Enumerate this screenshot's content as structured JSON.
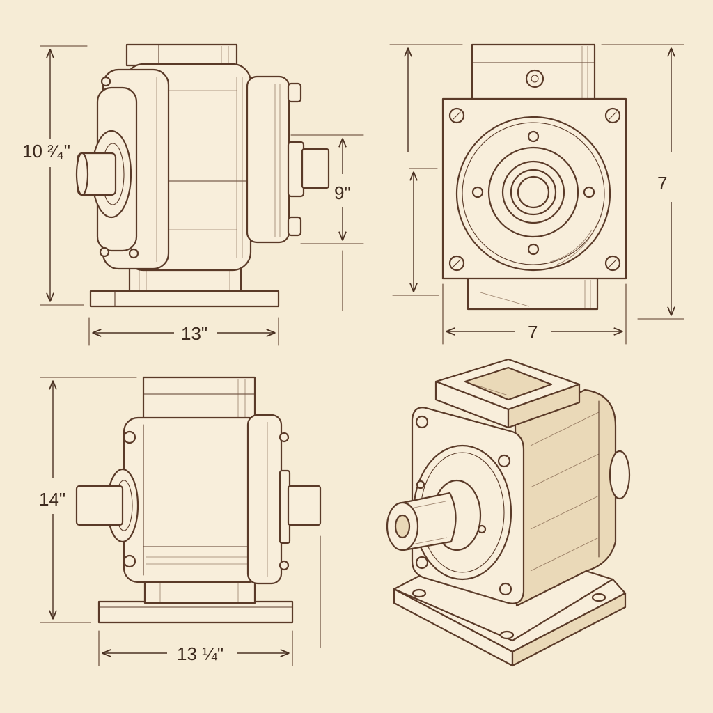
{
  "colors": {
    "paper": "#f6ecd6",
    "ink": "#5a3a28",
    "shade": "#ead9b8"
  },
  "views": {
    "side_view": {
      "height_dim": "10 ²⁄₄\"",
      "height_dim2": "9\"",
      "width_dim": "13\""
    },
    "front_view": {
      "height_dim": "7",
      "width_dim": "7"
    },
    "rear_view": {
      "height_dim": "14\"",
      "width_dim": "13 ¼\""
    }
  }
}
